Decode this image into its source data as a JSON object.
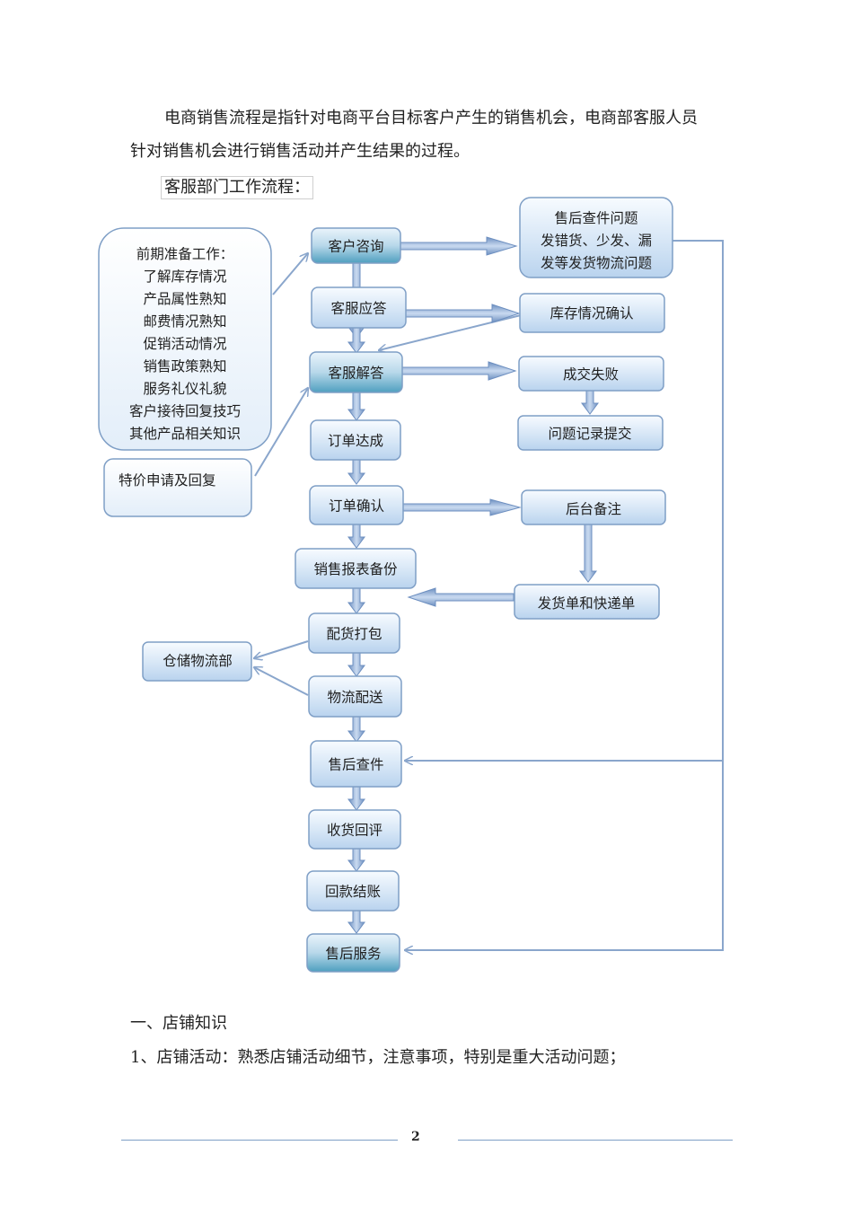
{
  "intro": {
    "line1": "电商销售流程是指针对电商平台目标客户产生的销售机会，电商部客服人员",
    "line2": "针对销售机会进行销售活动并产生结果的过程。",
    "flow_title": "客服部门工作流程："
  },
  "flow": {
    "prep_title": "前期准备工作：",
    "prep_items": [
      "了解库存情况",
      "产品属性熟知",
      "邮费情况熟知",
      "促销活动情况",
      "销售政策熟知",
      "服务礼仪礼貌",
      "客户接待回复技巧",
      "其他产品相关知识"
    ],
    "special_price": "特价申请及回复",
    "main_steps": [
      "客户咨询",
      "客服应答",
      "客服解答",
      "订单达成",
      "订单确认",
      "销售报表备份",
      "配货打包",
      "物流配送",
      "售后查件",
      "收货回评",
      "回款结账",
      "售后服务"
    ],
    "aftersale_issue": [
      "售后查件问题",
      "发错货、少发、漏",
      "发等发货物流问题"
    ],
    "stock_check": "库存情况确认",
    "deal_failed": "成交失败",
    "issue_record": "问题记录提交",
    "backend_note": "后台备注",
    "shipping_docs": "发货单和快递单",
    "warehouse": "仓储物流部"
  },
  "section": {
    "heading": "一、店铺知识",
    "item1": "1、店铺活动：熟悉店铺活动细节，注意事项，特别是重大活动问题；"
  },
  "footer": {
    "page": "2"
  },
  "colors": {
    "node_top": "#ffffff",
    "node_bottom": "#c2d9f0",
    "node_teal": "#5fa8c4",
    "arrow": "#8aa6cc"
  }
}
